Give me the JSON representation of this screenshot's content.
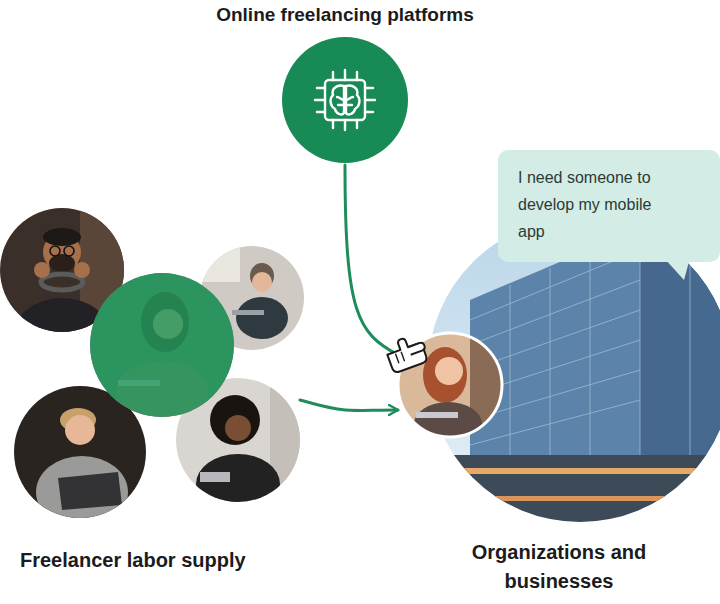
{
  "diagram": {
    "nodes": [
      {
        "text": [
          "Online freelancing platforms"
        ]
      },
      {
        "text": [
          "Freelancer labor supply"
        ]
      },
      {
        "text": [
          "Organizations and businesses"
        ]
      },
      {
        "text": [
          "I need someone to develop my mobile app"
        ]
      }
    ],
    "edges": [
      {
        "from": 0,
        "to": 2,
        "arrow": "none"
      },
      {
        "from": 1,
        "to": 2,
        "arrow": "to"
      }
    ]
  }
}
